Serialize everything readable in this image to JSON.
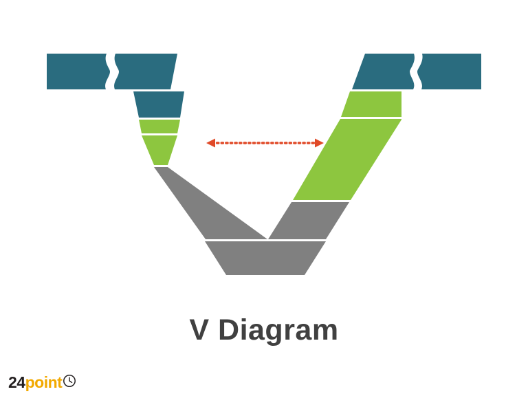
{
  "slide": {
    "title": "V Diagram",
    "background_color": "#FFFFFF"
  },
  "brand": {
    "logo_number": "24",
    "logo_word": "point",
    "logo_icon": "clock-icon",
    "number_color": "#231F20",
    "word_color": "#F2A900"
  },
  "palette": {
    "teal": "#2A6C7F",
    "green": "#8DC63F",
    "gray": "#808080",
    "arrow": "#E04A28",
    "title_text": "#404040",
    "separator": "#FFFFFF"
  },
  "diagram": {
    "name": "v-diagram",
    "arrow": {
      "name": "double-headed-dotted-arrow",
      "style": "dotted",
      "color": "#E04A28",
      "heads": "both"
    },
    "left_arm": {
      "name": "left-arm",
      "banner": {
        "label": "",
        "color": "#2A6C7F",
        "break": "squiggle"
      },
      "segments": [
        {
          "label": "",
          "color": "#2A6C7F"
        },
        {
          "label": "",
          "color": "#8DC63F"
        },
        {
          "label": "",
          "color": "#8DC63F"
        },
        {
          "label": "",
          "color": "#808080"
        }
      ]
    },
    "right_arm": {
      "name": "right-arm",
      "banner": {
        "label": "",
        "color": "#2A6C7F",
        "break": "squiggle"
      },
      "segments": [
        {
          "label": "",
          "color": "#8DC63F"
        },
        {
          "label": "",
          "color": "#8DC63F"
        },
        {
          "label": "",
          "color": "#808080"
        }
      ]
    },
    "base": {
      "name": "v-base",
      "label": "",
      "color": "#808080"
    }
  }
}
